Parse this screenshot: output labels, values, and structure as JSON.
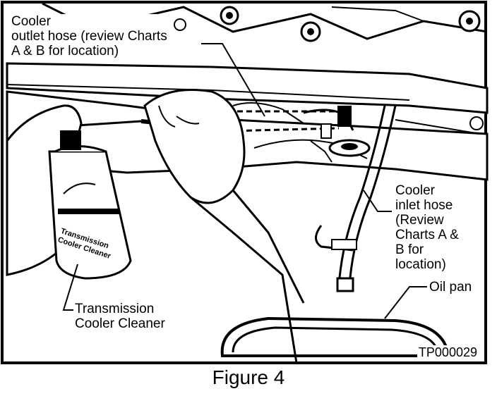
{
  "figure": {
    "caption": "Figure 4",
    "id": "TP000029"
  },
  "labels": {
    "outlet_hose": [
      "Cooler",
      "outlet hose (review Charts",
      "A & B for location)"
    ],
    "inlet_hose": [
      "Cooler",
      "inlet hose",
      "(Review",
      "Charts A &",
      "B for",
      "location)"
    ],
    "oil_pan": "Oil pan",
    "cleaner": [
      "Transmission",
      "Cooler Cleaner"
    ]
  },
  "can_label": [
    "Transmission",
    "Cooler Cleaner"
  ]
}
